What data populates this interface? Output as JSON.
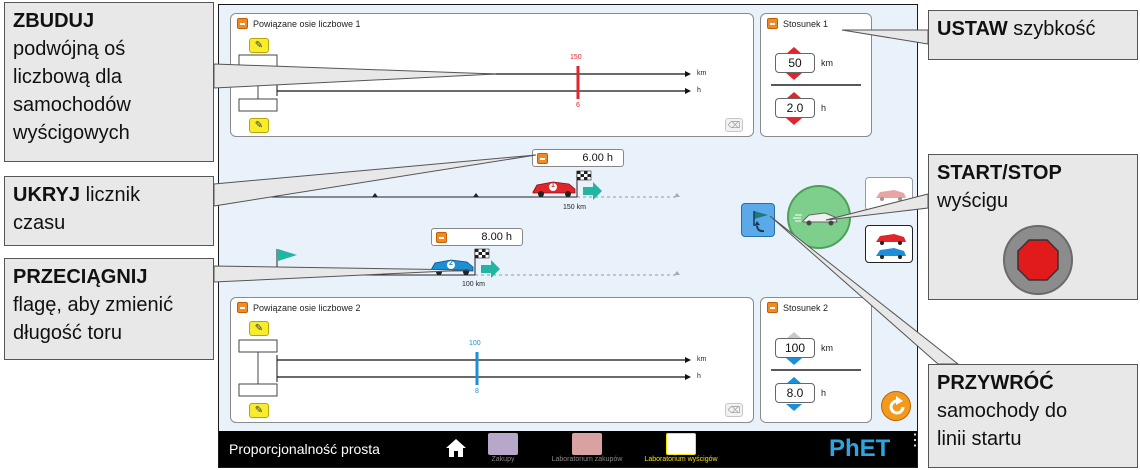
{
  "callouts": {
    "build": {
      "bold": "ZBUDUJ",
      "line2": "podwójną oś",
      "line3": "liczbową dla",
      "line4": "samochodów",
      "line5": "wyścigowych"
    },
    "hide": {
      "bold": "UKRYJ",
      "rest": "licznik",
      "line2": "czasu"
    },
    "drag": {
      "bold": "PRZECIĄGNIJ",
      "line2": "flagę, aby zmienić",
      "line3": "długość toru"
    },
    "set": {
      "bold": "USTAW",
      "rest": "szybkość"
    },
    "start": {
      "bold": "START/STOP",
      "line2": "wyścigu"
    },
    "reset": {
      "bold": "PRZYWRÓĆ",
      "line2": "samochody do",
      "line3": "linii startu"
    }
  },
  "panel1": {
    "title": "Powiązane osie liczbowe 1",
    "km_label": "km",
    "h_label": "h",
    "top_marker": "150",
    "bottom_marker": "6",
    "marker_color": "#e0252b"
  },
  "rate1": {
    "title": "Stosunek 1",
    "top_value": "50",
    "top_unit": "km",
    "bottom_value": "2.0",
    "bottom_unit": "h",
    "arrow_color": "#e0252b"
  },
  "panel2": {
    "title": "Powiązane osie liczbowe 2",
    "km_label": "km",
    "h_label": "h",
    "top_marker": "100",
    "bottom_marker": "8",
    "marker_color": "#1d8fd6"
  },
  "rate2": {
    "title": "Stosunek 2",
    "top_value": "100",
    "top_unit": "km",
    "bottom_value": "8.0",
    "bottom_unit": "h",
    "arrow_color": "#1d8fd6"
  },
  "track1": {
    "timer": "6.00 h",
    "finish_label": "150 km"
  },
  "track2": {
    "timer": "8.00 h",
    "finish_label": "100 km"
  },
  "car1_number": "1",
  "car2_number": "2",
  "navbar": {
    "title": "Proporcjonalność prosta",
    "screens": [
      "Zakupy",
      "Laboratorium zakupów",
      "Laboratorium wyścigów"
    ],
    "active_screen": "Laboratorium wyścigów",
    "logo": "PhET"
  },
  "colors": {
    "accent_orange": "#f08a24",
    "phet_blue": "#2aa7df",
    "go_green": "#7fcf8c",
    "stop_red": "#e11b1b",
    "active_yellow": "#f7e600"
  }
}
